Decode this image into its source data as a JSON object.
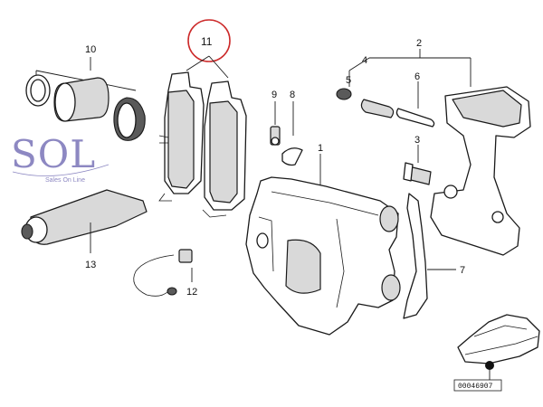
{
  "logo": {
    "text": "SOL",
    "tagline": "Sales On Line",
    "color": "#8d88c2"
  },
  "highlight": {
    "label": "11",
    "color": "#cc2a2a"
  },
  "callouts": {
    "c1": "1",
    "c2": "2",
    "c3": "3",
    "c4": "4",
    "c5": "5",
    "c6": "6",
    "c7": "7",
    "c8": "8",
    "c9": "9",
    "c10": "10",
    "c12": "12",
    "c13": "13"
  },
  "reference_code": "00046907"
}
